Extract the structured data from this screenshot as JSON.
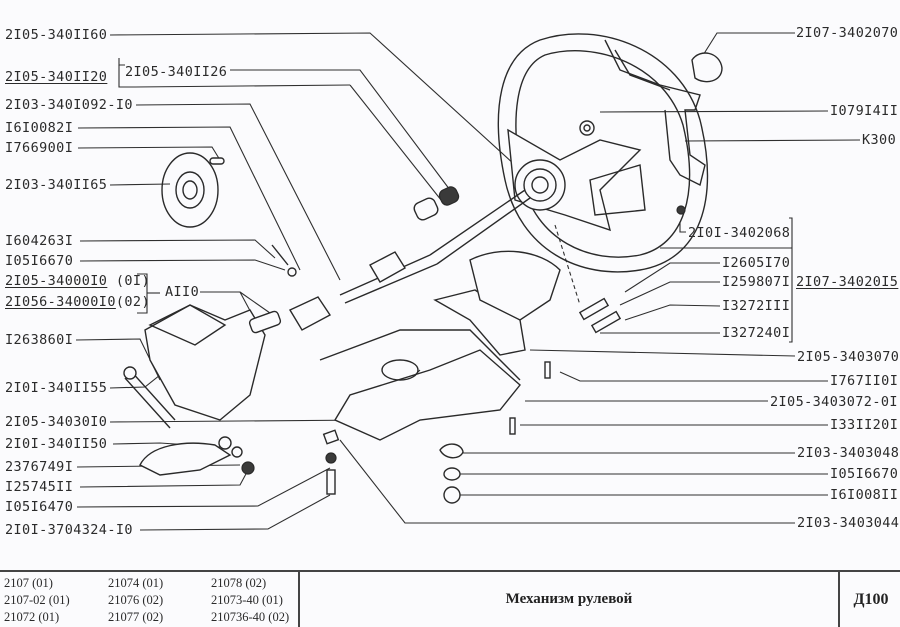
{
  "diagram": {
    "left_labels": [
      {
        "id": "l1",
        "text": "2I05-340II60",
        "underlined": false
      },
      {
        "id": "l2",
        "text": "2I05-340II20",
        "underlined": true
      },
      {
        "id": "l3",
        "text": "2I05-340II26",
        "underlined": false
      },
      {
        "id": "l4",
        "text": "2I03-340I092-I0",
        "underlined": false
      },
      {
        "id": "l5",
        "text": "I6I0082I",
        "underlined": false
      },
      {
        "id": "l6",
        "text": "I766900I",
        "underlined": false
      },
      {
        "id": "l7",
        "text": "2I03-340II65",
        "underlined": false
      },
      {
        "id": "l8",
        "text": "I604263I",
        "underlined": false
      },
      {
        "id": "l9",
        "text": "I05I6670",
        "underlined": false
      },
      {
        "id": "l10",
        "text": "2I05-34000I0",
        "underlined": true,
        "suffix": " (0I)"
      },
      {
        "id": "l11",
        "text": "2I056-34000I0",
        "underlined": true,
        "suffix": "(02)"
      },
      {
        "id": "l12",
        "text": "AII0",
        "underlined": false
      },
      {
        "id": "l13",
        "text": "I263860I",
        "underlined": false
      },
      {
        "id": "l14",
        "text": "2I0I-340II55",
        "underlined": false
      },
      {
        "id": "l15",
        "text": "2I05-34030I0",
        "underlined": false
      },
      {
        "id": "l16",
        "text": "2I0I-340II50",
        "underlined": false
      },
      {
        "id": "l17",
        "text": "2376749I",
        "underlined": false
      },
      {
        "id": "l18",
        "text": "I25745II",
        "underlined": false
      },
      {
        "id": "l19",
        "text": "I05I6470",
        "underlined": false
      },
      {
        "id": "l20",
        "text": "2I0I-3704324-I0",
        "underlined": false
      }
    ],
    "right_labels": [
      {
        "id": "r1",
        "text": "2I07-3402070",
        "underlined": false
      },
      {
        "id": "r2",
        "text": "I079I4II",
        "underlined": false
      },
      {
        "id": "r3",
        "text": "K300",
        "underlined": false
      },
      {
        "id": "r4",
        "text": "2I0I-3402068",
        "underlined": false
      },
      {
        "id": "r5",
        "text": "I2605I70",
        "underlined": false
      },
      {
        "id": "r6",
        "text": "I259807I",
        "underlined": false
      },
      {
        "id": "r7",
        "text": "2I07-34020I5",
        "underlined": true
      },
      {
        "id": "r8",
        "text": "I3272III",
        "underlined": false
      },
      {
        "id": "r9",
        "text": "I327240I",
        "underlined": false
      },
      {
        "id": "r10",
        "text": "2I05-3403070",
        "underlined": false
      },
      {
        "id": "r11",
        "text": "I767II0I",
        "underlined": false
      },
      {
        "id": "r12",
        "text": "2I05-3403072-0I",
        "underlined": false
      },
      {
        "id": "r13",
        "text": "I33II20I",
        "underlined": false
      },
      {
        "id": "r14",
        "text": "2I03-3403048",
        "underlined": false
      },
      {
        "id": "r15",
        "text": "I05I6670",
        "underlined": false
      },
      {
        "id": "r16",
        "text": "I6I008II",
        "underlined": false
      },
      {
        "id": "r17",
        "text": "2I03-3403044",
        "underlined": false
      }
    ]
  },
  "footer": {
    "models": [
      [
        "2107 (01)",
        "2107-02 (01)",
        "21072 (01)"
      ],
      [
        "21074 (01)",
        "21076 (02)",
        "21077 (02)"
      ],
      [
        "21078 (02)",
        "21073-40 (01)",
        "210736-40 (02)"
      ]
    ],
    "title": "Механизм рулевой",
    "code": "Д100"
  }
}
